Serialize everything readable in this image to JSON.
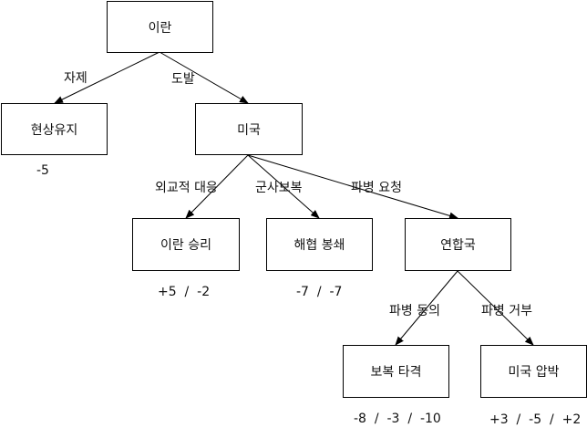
{
  "nodes": {
    "iran": "이란",
    "status_quo": "현상유지",
    "usa": "미국",
    "iran_win": "이란 승리",
    "strait_closed": "해협 봉쇄",
    "allies": "연합국",
    "retaliation": "보복 타격",
    "us_pressure": "미국 압박"
  },
  "edges": {
    "restraint": "자제",
    "provocation": "도발",
    "diplomatic": "외교적 대응",
    "military": "군사보복",
    "request_troops": "파병 요청",
    "agree_troops": "파병 동의",
    "refuse_troops": "파병 거부"
  },
  "payoffs": {
    "status_quo": "-5",
    "iran_win": "+5  /  -2",
    "strait_closed": "-7  /  -7",
    "retaliation": "-8  /  -3  /  -10",
    "us_pressure": "+3  /  -5  /  +2"
  },
  "colors": {
    "line": "#000000",
    "box_border": "#000000",
    "text": "#111111"
  }
}
